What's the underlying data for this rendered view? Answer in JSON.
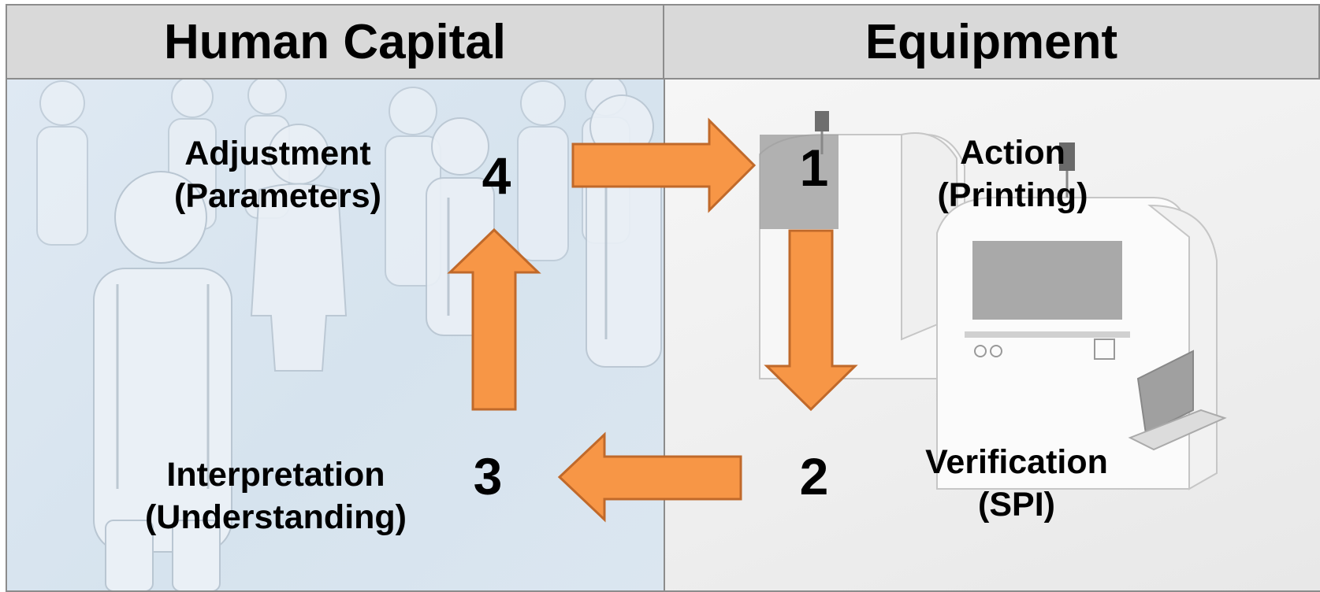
{
  "headers": {
    "left": "Human Capital",
    "right": "Equipment"
  },
  "steps": [
    {
      "number": "1",
      "line1": "Action",
      "line2": "(Printing)"
    },
    {
      "number": "2",
      "line1": "Verification",
      "line2": "(SPI)"
    },
    {
      "number": "3",
      "line1": "Interpretation",
      "line2": "(Understanding)"
    },
    {
      "number": "4",
      "line1": "Adjustment",
      "line2": "(Parameters)"
    }
  ],
  "colors": {
    "arrow_fill": "#f79646",
    "arrow_stroke": "#c0692a",
    "header_bg": "#d9d9d9",
    "left_panel_bg": "#dae5ef",
    "right_panel_bg": "#f0f0f0"
  },
  "background_images": {
    "left": "people-figures-illustration",
    "right": "smt-printer-machines-illustration"
  }
}
